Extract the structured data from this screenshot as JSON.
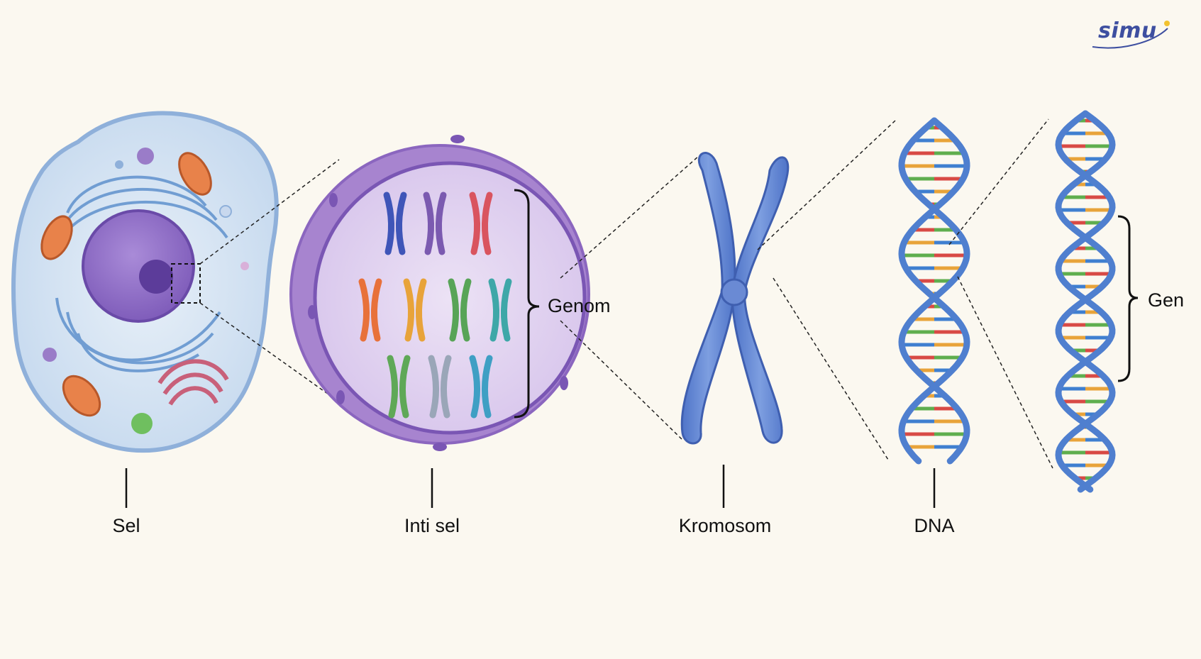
{
  "brand": {
    "logo_text": "simu",
    "accent": "#3e4fa0",
    "dot": "#f2c230"
  },
  "labels": {
    "cell": "Sel",
    "nucleus": "Inti sel",
    "chromosome": "Kromosom",
    "dna": "DNA",
    "genome": "Genom",
    "gene": "Gen"
  },
  "colors": {
    "background": "#fbf8f0",
    "cell_membrane": "#a9c4e4",
    "cytoplasm": "#d9e6f3",
    "nucleus": "#8e6cc4",
    "chromosome": "#6d8fd6",
    "dna_strand": "#4f7fcf"
  },
  "chromosome_colors": [
    "#3f55b8",
    "#7b5ab0",
    "#d9545f",
    "#e8713a",
    "#e8a33a",
    "#58a457",
    "#3ea7a8",
    "#5fa857",
    "#9aa6b8",
    "#3f9fc4"
  ],
  "base_pair_colors": [
    "#d84a45",
    "#e8a33a",
    "#5fae4e",
    "#3f7fd0"
  ]
}
